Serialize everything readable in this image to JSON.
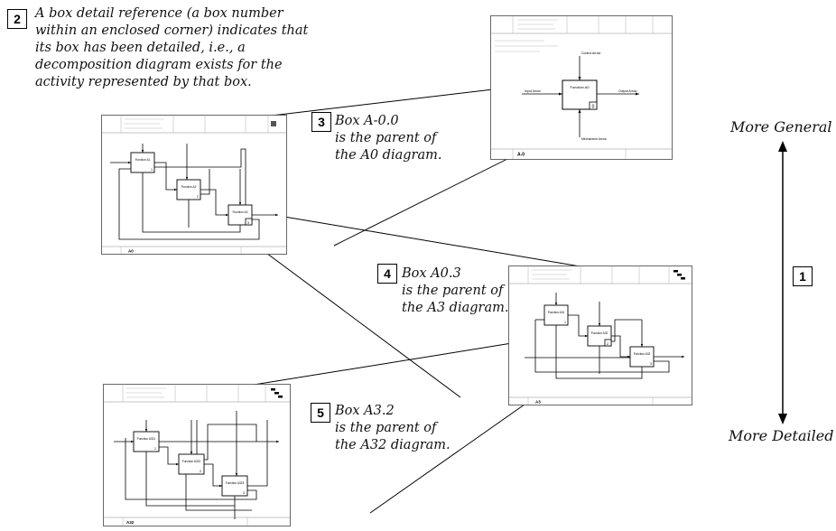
{
  "annotations": [
    {
      "number": "2",
      "lines": [
        "A box detail reference (a box number",
        "within an enclosed corner) indicates that",
        "its box has been detailed, i.e., a",
        "decomposition diagram exists for the",
        "activity represented by that box."
      ]
    },
    {
      "number": "3",
      "lines": [
        "Box A-0.0",
        "is the parent of",
        "the A0 diagram."
      ]
    },
    {
      "number": "4",
      "lines": [
        "Box A0.3",
        "is the parent of",
        "the A3 diagram."
      ]
    },
    {
      "number": "5",
      "lines": [
        "Box A3.2",
        "is the parent of",
        "the A32 diagram."
      ]
    }
  ],
  "scale": {
    "number": "1",
    "top_label": "More General",
    "bottom_label": "More Detailed"
  },
  "diagrams": {
    "top_context": {
      "node_label": "A-0",
      "box_label": "Function A0",
      "box_number": "0",
      "inputs_label": "Input Arrow",
      "outputs_label": "Output Arrow",
      "controls_label": "Control Arrow",
      "mechanisms_label": "Mechanism Arrow"
    },
    "a0": {
      "node_label": "A0",
      "boxes": [
        {
          "label": "Function A1",
          "number": "1"
        },
        {
          "label": "Function A2",
          "number": "2"
        },
        {
          "label": "Function A3",
          "number": "3"
        }
      ]
    },
    "a3": {
      "node_label": "A3",
      "boxes": [
        {
          "label": "Function A31",
          "number": "1"
        },
        {
          "label": "Function A32",
          "number": "2"
        },
        {
          "label": "Function A33",
          "number": "3"
        }
      ]
    },
    "a32": {
      "node_label": "A32",
      "boxes": [
        {
          "label": "Function A321",
          "number": "1"
        },
        {
          "label": "Function A322",
          "number": "2"
        },
        {
          "label": "Function A323",
          "number": "3"
        }
      ]
    }
  }
}
